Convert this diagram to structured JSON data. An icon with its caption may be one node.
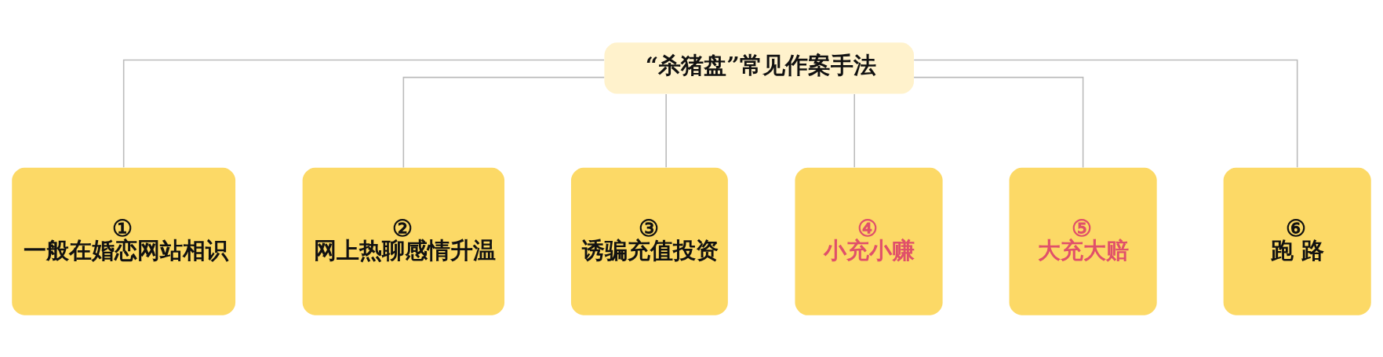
{
  "diagram": {
    "nodes": [
      {
        "text": [
          "“杀猪盘”常见作案手法"
        ]
      },
      {
        "text": [
          "①",
          "一般在婚恋网站相识"
        ]
      },
      {
        "text": [
          "②",
          "网上热聊感情升温"
        ]
      },
      {
        "text": [
          "③",
          "诱骗充值投资"
        ]
      },
      {
        "text": [
          "④",
          "小充小赚"
        ]
      },
      {
        "text": [
          "⑤",
          "大充大赔"
        ]
      },
      {
        "text": [
          "⑥",
          "跑 路"
        ]
      }
    ],
    "edges": [
      {
        "from": 0,
        "to": 1,
        "arrow": "none"
      },
      {
        "from": 0,
        "to": 2,
        "arrow": "none"
      },
      {
        "from": 0,
        "to": 3,
        "arrow": "none"
      },
      {
        "from": 0,
        "to": 4,
        "arrow": "none"
      },
      {
        "from": 0,
        "to": 5,
        "arrow": "none"
      },
      {
        "from": 0,
        "to": 6,
        "arrow": "none"
      }
    ]
  }
}
